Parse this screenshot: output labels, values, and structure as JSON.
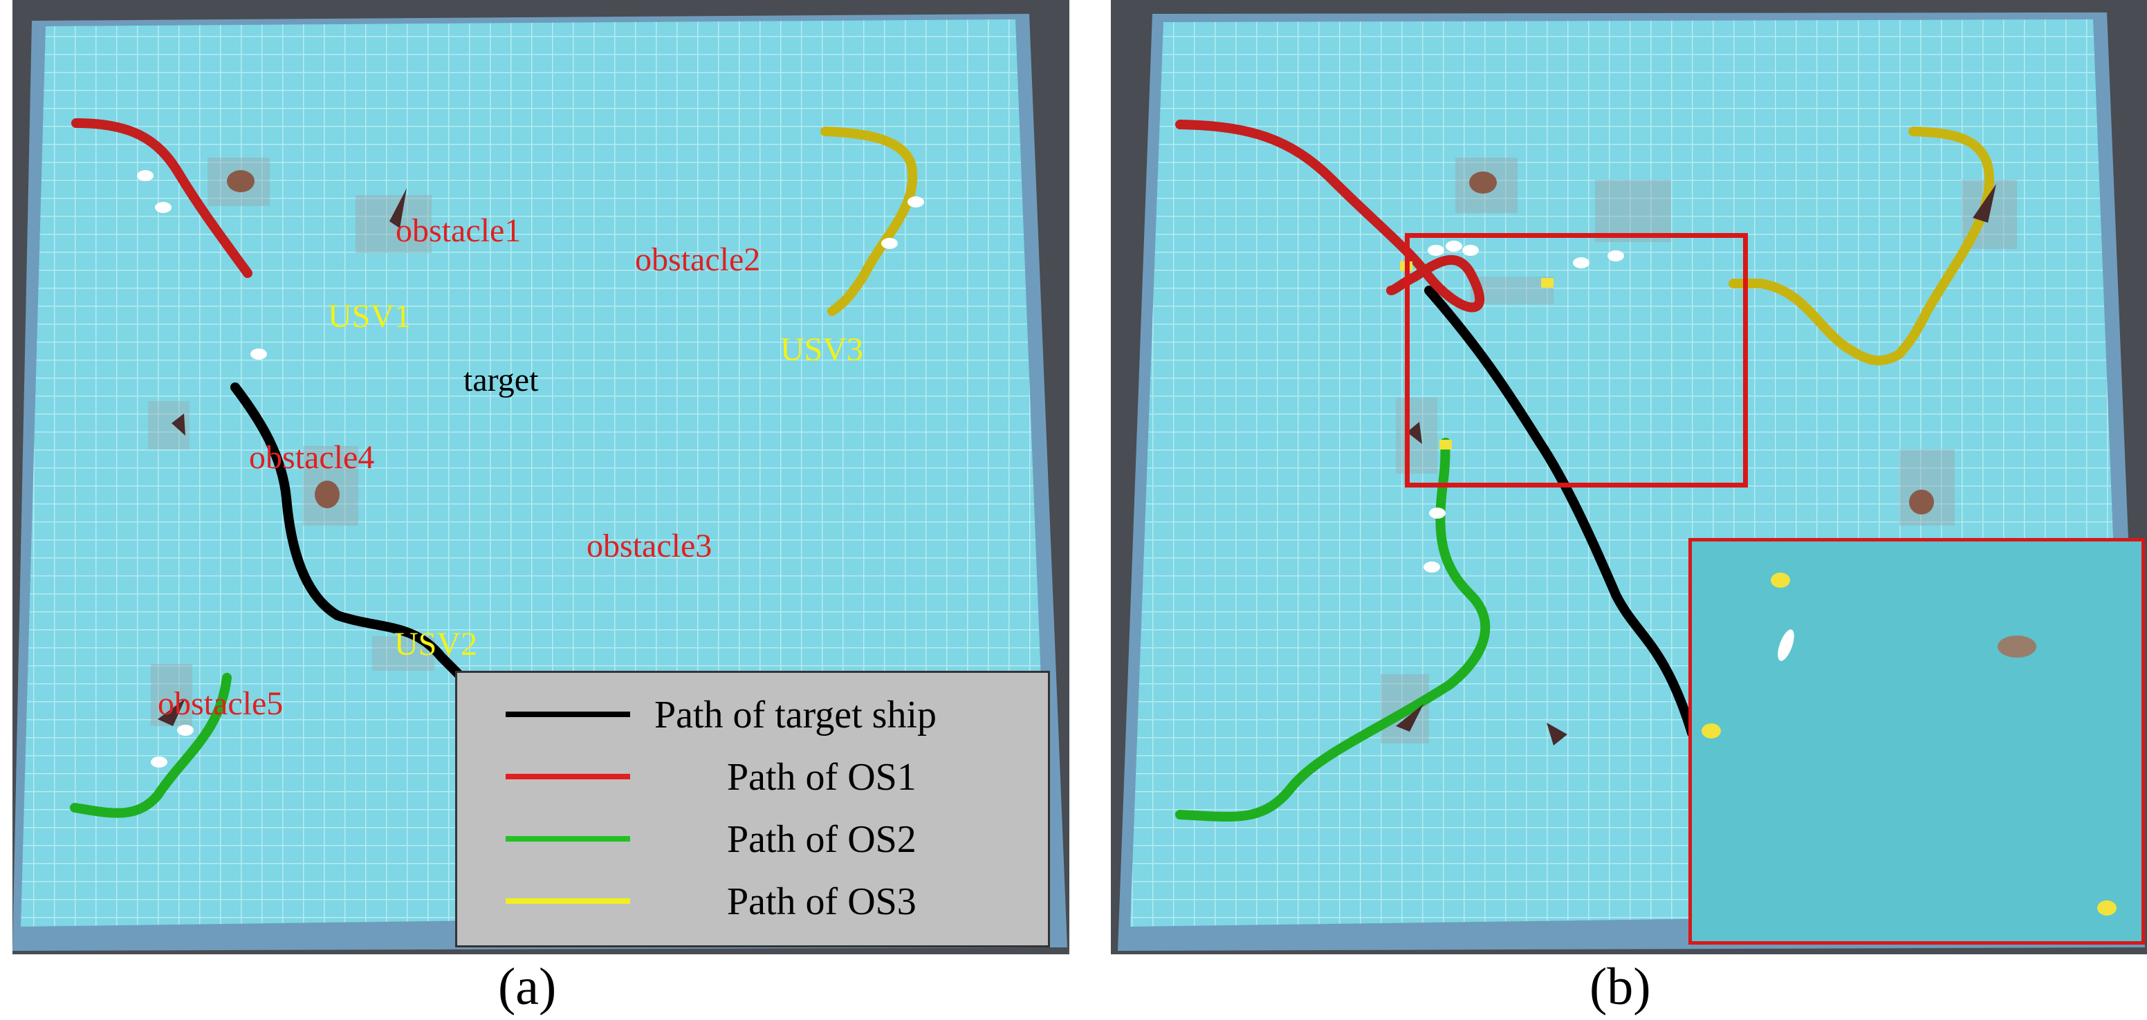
{
  "panel_a": {
    "caption": "(a)",
    "labels": {
      "obstacle1": "obstacle1",
      "obstacle2": "obstacle2",
      "obstacle3": "obstacle3",
      "obstacle4": "obstacle4",
      "obstacle5": "obstacle5",
      "usv1": "USV1",
      "usv2": "USV2",
      "usv3": "USV3",
      "target": "target"
    },
    "legend": [
      {
        "label": "Path of target ship",
        "color": "#000000"
      },
      {
        "label": "Path of OS1",
        "color": "#e02020"
      },
      {
        "label": "Path of OS2",
        "color": "#22c222"
      },
      {
        "label": "Path of OS3",
        "color": "#f0f020"
      }
    ]
  },
  "panel_b": {
    "caption": "(b)"
  },
  "colors": {
    "water": "#7fd6e4",
    "grid": "#a6e6ef",
    "frame": "#6f9cbc",
    "background": "#494c52",
    "target_path": "#000000",
    "os1_path": "#cc1f1f",
    "os2_path": "#22b522",
    "os3_path": "#c8b410",
    "highlight": "#d81818"
  }
}
